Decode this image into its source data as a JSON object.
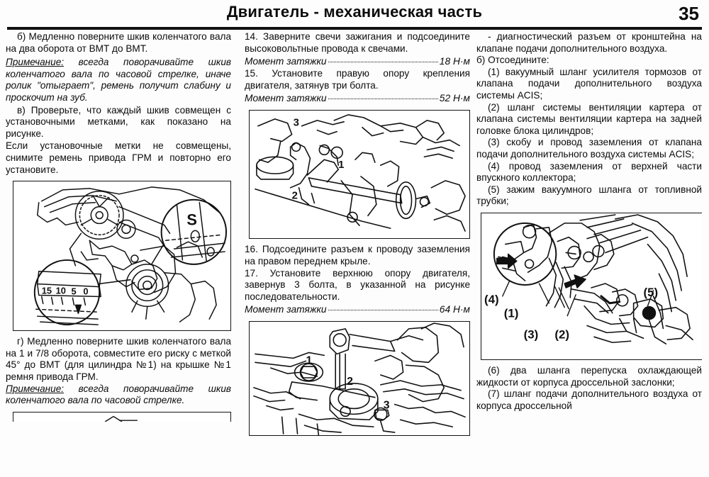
{
  "header": {
    "title": "Двигатель - механическая часть",
    "page_number": "35"
  },
  "columns": {
    "left": {
      "blocks": [
        {
          "kind": "para",
          "text": "б) Медленно поверните шкив коленчатого вала на два оборота от ВМТ до ВМТ."
        },
        {
          "kind": "note",
          "label": "Примечание:",
          "text": " всегда поворачивайте шкив коленчатого вала по часовой стрелке, иначе ролик \"отыграет\", ремень получит слабину и проскочит на зуб."
        },
        {
          "kind": "para",
          "text": "в) Проверьте, что каждый шкив совмещен с установочными метками, как показано на рисунке."
        },
        {
          "kind": "para",
          "text": "Если установочные метки не совмещены, снимите ремень привода ГРМ и повторно его установите."
        }
      ],
      "figure": {
        "name": "timing-belt-alignment-marks-figure",
        "callouts": [
          "S",
          "15",
          "10",
          "5",
          "0"
        ]
      },
      "blocks_after": [
        {
          "kind": "para",
          "text": "г) Медленно поверните шкив коленчатого вала на 1 и 7/8 оборота, совместите его риску с меткой 45° до ВМТ (для цилиндра №1) на крышке №1 ремня привода ГРМ."
        },
        {
          "kind": "note",
          "label": "Примечание:",
          "text": " всегда поворачивайте шкив коленчатого вала по часовой стрелке."
        }
      ],
      "figure_bottom": {
        "name": "partial-figure-bottom-left"
      }
    },
    "middle": {
      "blocks": [
        {
          "kind": "para",
          "text": "14. Заверните свечи зажигания и подсоедините высоковольтные провода к свечами."
        },
        {
          "kind": "torque",
          "label": "Момент затяжки",
          "value": "18 Н·м"
        },
        {
          "kind": "para",
          "text": "15. Установите правую опору крепления двигателя, затянув три болта."
        },
        {
          "kind": "torque",
          "label": "Момент затяжки",
          "value": "52 Н·м"
        }
      ],
      "figure_top": {
        "name": "right-engine-mount-figure",
        "callouts": [
          "1",
          "2",
          "3"
        ]
      },
      "blocks_mid": [
        {
          "kind": "para",
          "text": "16. Подсоедините разъем к проводу заземления на правом переднем крыле."
        },
        {
          "kind": "para",
          "text": "17. Установите верхнюю опору двигателя, завернув 3 болта, в указанной на рисунке последовательности."
        },
        {
          "kind": "torque",
          "label": "Момент затяжки",
          "value": "64 Н·м"
        }
      ],
      "figure_bottom": {
        "name": "upper-engine-mount-bolt-sequence-figure",
        "callouts": [
          "1",
          "2",
          "3"
        ]
      }
    },
    "right": {
      "blocks": [
        {
          "kind": "para",
          "text": "- диагностический разъем от кронштейна на клапане подачи дополнительного воздуха."
        },
        {
          "kind": "para",
          "text": "б) Отсоедините:"
        },
        {
          "kind": "para",
          "text": "(1) вакуумный шланг усилителя тормозов от клапана подачи дополнительного воздуха системы ACIS;"
        },
        {
          "kind": "para",
          "text": "(2) шланг системы вентиляции картера от клапана системы вентиляции картера на задней головке блока цилиндров;"
        },
        {
          "kind": "para",
          "text": "(3) скобу и провод заземления от клапана подачи дополнительного воздуха системы ACIS;"
        },
        {
          "kind": "para",
          "text": "(4) провод заземления от верхней части впускного коллектора;"
        },
        {
          "kind": "para",
          "text": "(5) зажим вакуумного шланга от топливной трубки;"
        }
      ],
      "figure": {
        "name": "intake-manifold-hoses-figure",
        "callouts": [
          "(1)",
          "(2)",
          "(3)",
          "(4)",
          "(5)"
        ]
      },
      "blocks_after": [
        {
          "kind": "para",
          "text": "(6) два шланга перепуска охлаждающей жидкости от корпуса дроссельной заслонки;"
        },
        {
          "kind": "para",
          "text": "(7) шланг подачи дополнительного воздуха от корпуса дроссельной"
        }
      ]
    }
  },
  "colors": {
    "ink": "#0b0b0b",
    "paper": "#fdfdfd",
    "rule": "#111111"
  }
}
